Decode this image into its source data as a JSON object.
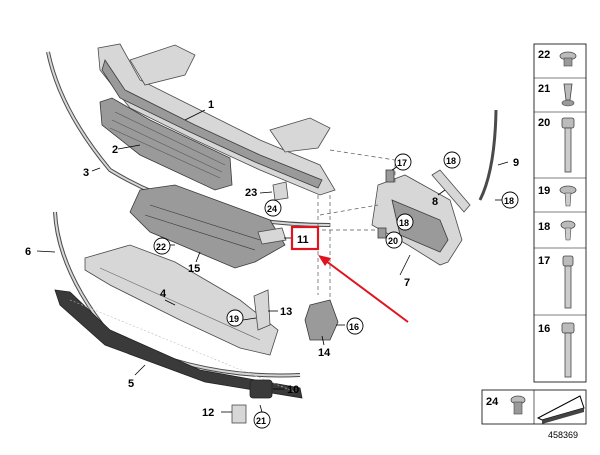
{
  "diagram": {
    "callouts": {
      "c1": "1",
      "c2": "2",
      "c3": "3",
      "c4": "4",
      "c5": "5",
      "c6": "6",
      "c7": "7",
      "c8": "8",
      "c9": "9",
      "c10": "10",
      "c11": "11",
      "c12": "12",
      "c13": "13",
      "c14": "14",
      "c15": "15",
      "c16": "16",
      "c17": "17",
      "c18a": "18",
      "c18b": "18",
      "c18c": "18",
      "c19": "19",
      "c20": "20",
      "c21": "21",
      "c22": "22",
      "c23": "23",
      "c24": "24"
    },
    "highlight_color": "#e0141e"
  },
  "side_panel": {
    "items": [
      "22",
      "21",
      "20",
      "19",
      "18",
      "17",
      "16",
      "24"
    ]
  },
  "diagram_number": "458369"
}
